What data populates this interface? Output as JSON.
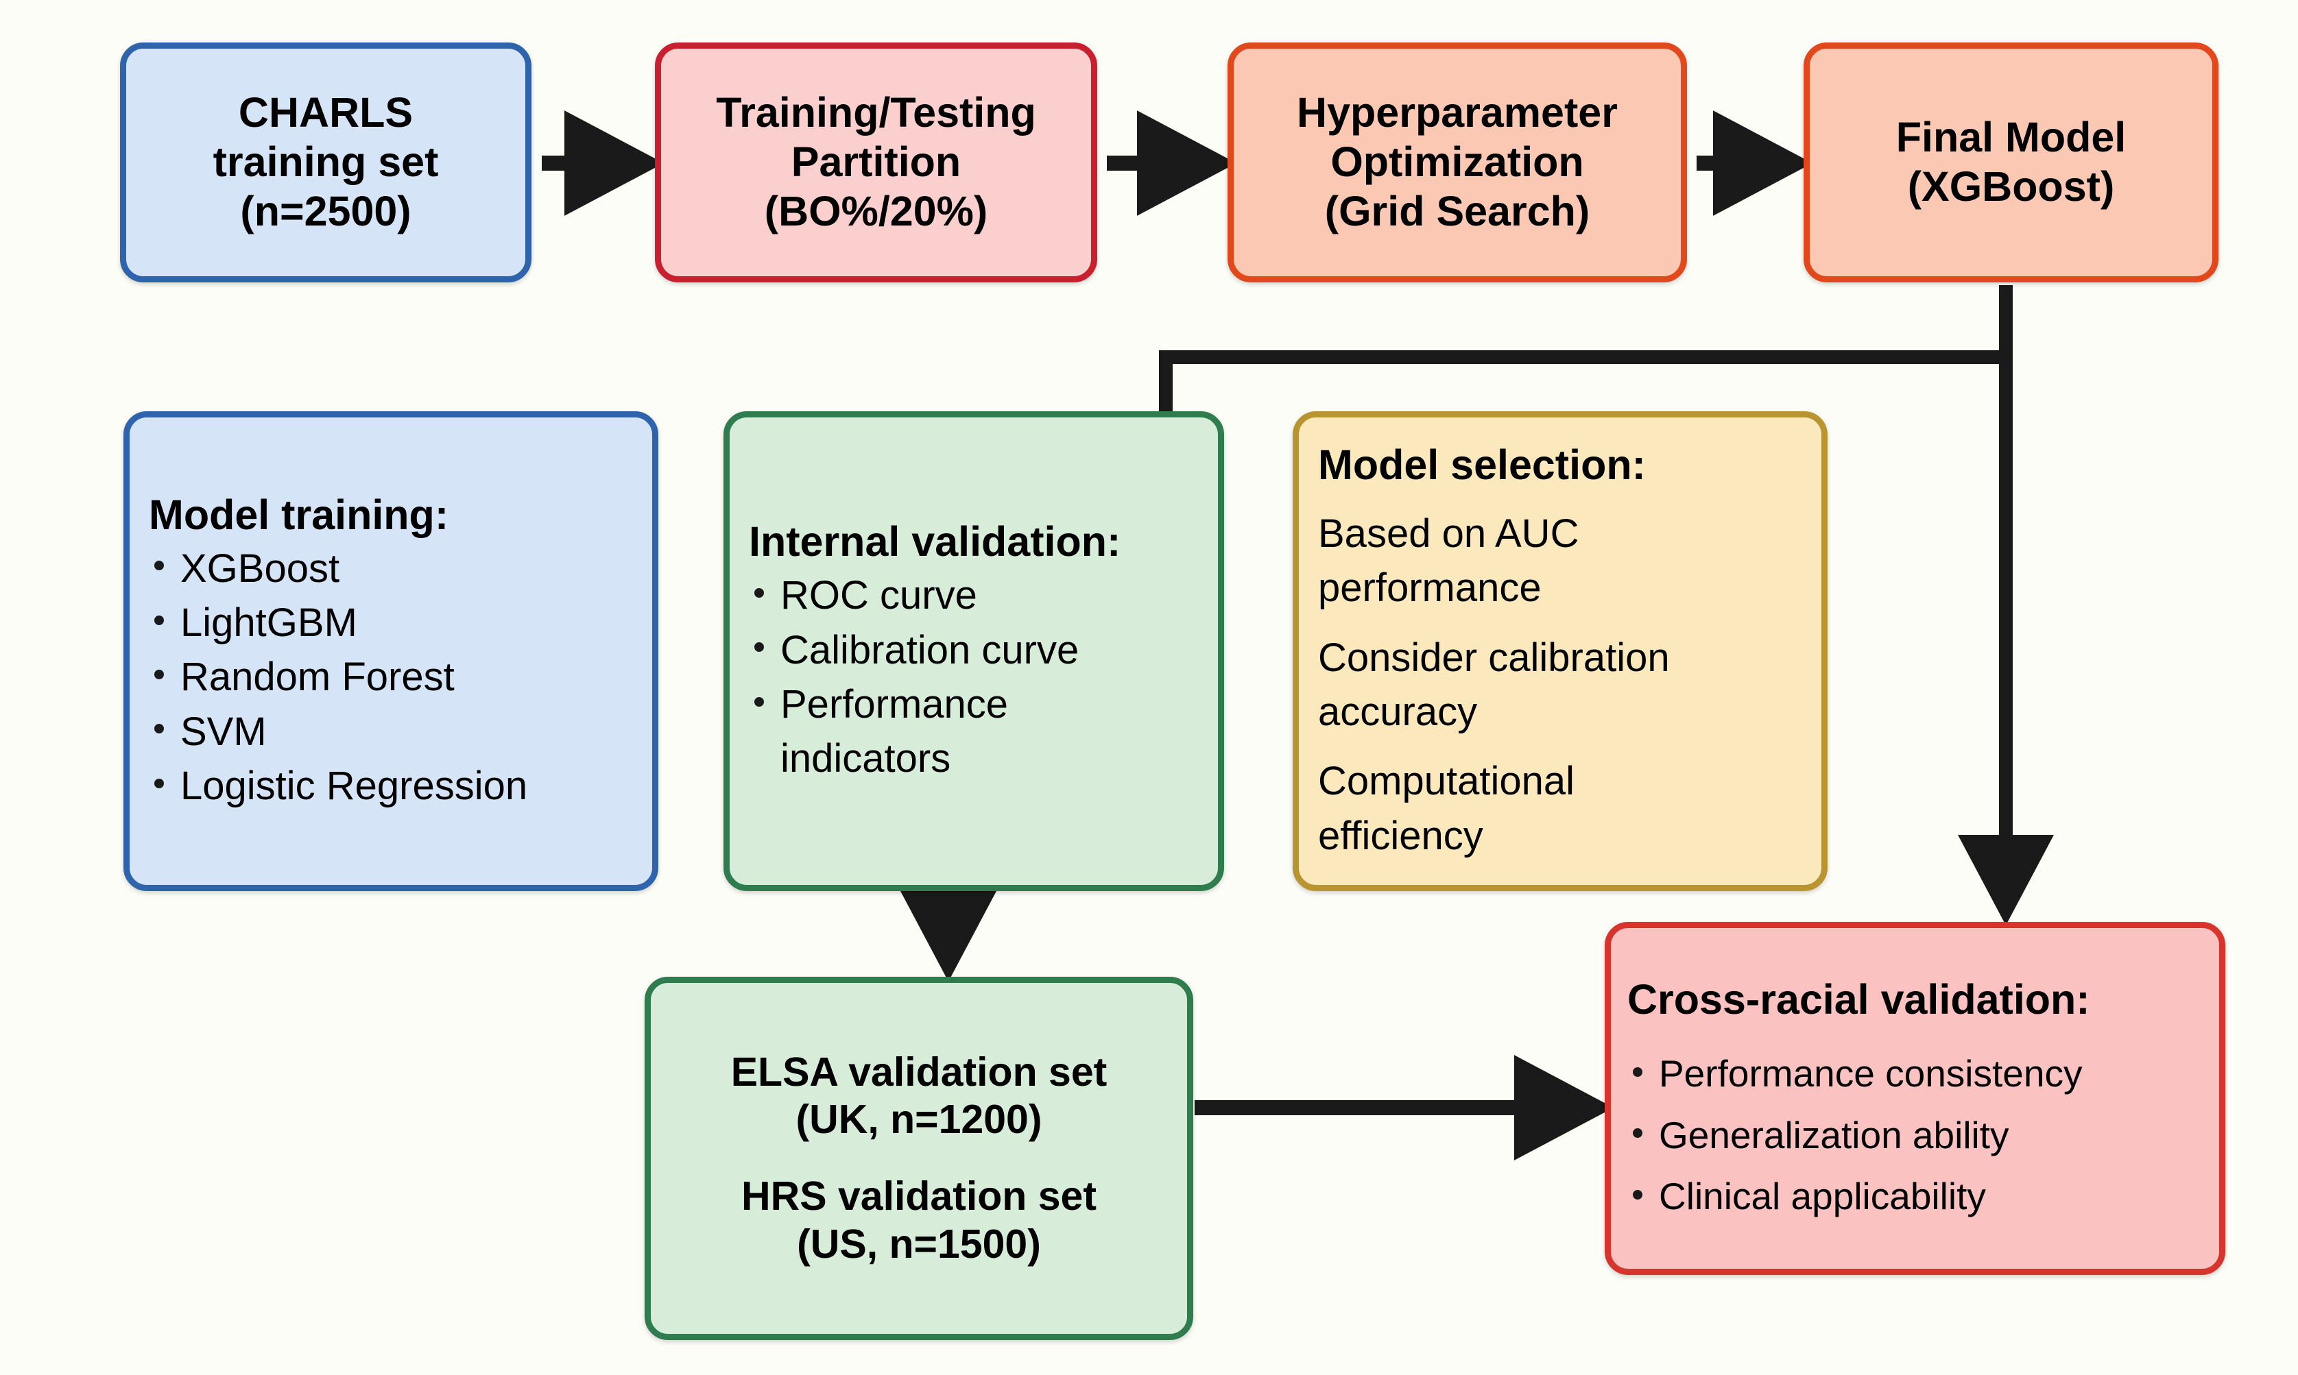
{
  "diagram": {
    "title": "Model development and cross-racial validation workflow",
    "colors": {
      "background": "#fdfdf8",
      "blue_fill": "#d6e4f7",
      "blue_border": "#2f64ad",
      "pink_fill": "#fbcfcd",
      "crimson_border": "#c9202f",
      "salmon_fill": "#fbc8b4",
      "orange_border": "#e1491c",
      "green_fill": "#d7ecd9",
      "green_border": "#2f7d4f",
      "yellow_fill": "#fbe9bd",
      "gold_border": "#b89530",
      "red_fill": "#fbc2c2",
      "red_border": "#d6342c",
      "connector": "#1a1a1a"
    }
  },
  "nodes": {
    "charls": {
      "lines": [
        "CHARLS",
        "training set",
        "(n=2500)"
      ]
    },
    "partition": {
      "lines": [
        "Training/Testing",
        "Partition",
        "(BO%/20%)"
      ]
    },
    "hyper": {
      "lines": [
        "Hyperparameter",
        "Optimization",
        "(Grid Search)"
      ]
    },
    "final": {
      "lines": [
        "Final Model",
        "(XGBoost)"
      ]
    },
    "training": {
      "heading": "Model training:",
      "items": [
        "XGBoost",
        "LightGBM",
        "Random Forest",
        "SVM",
        "Logistic Regression"
      ]
    },
    "internal": {
      "heading": "Internal validation:",
      "items": [
        "ROC curve",
        "Calibration curve",
        "Performance",
        "indicators"
      ]
    },
    "selection": {
      "heading": "Model selection:",
      "items": [
        "Based on AUC",
        "performance",
        "Consider calibration",
        "accuracy",
        "Computational",
        "efficiency"
      ]
    },
    "elsa": {
      "lines": [
        "ELSA validation set",
        "(UK, n=1200)",
        "HRS validation set",
        "(US, n=1500)"
      ]
    },
    "cross": {
      "heading": "Cross-racial validation:",
      "items": [
        "Performance consistency",
        "Generalization ability",
        "Clinical applicability"
      ]
    }
  },
  "connectors": [
    {
      "id": "charls-to-partition",
      "from": "charls",
      "to": "partition",
      "kind": "arrow-right"
    },
    {
      "id": "partition-to-hyper",
      "from": "partition",
      "to": "hyper",
      "kind": "arrow-right"
    },
    {
      "id": "hyper-to-final",
      "from": "hyper",
      "to": "final",
      "kind": "arrow-right"
    },
    {
      "id": "final-to-internal",
      "from": "final",
      "to": "internal",
      "kind": "elbow-down-left"
    },
    {
      "id": "final-to-cross",
      "from": "final",
      "to": "cross",
      "kind": "arrow-down"
    },
    {
      "id": "internal-to-elsa",
      "from": "internal",
      "to": "elsa",
      "kind": "arrow-down"
    },
    {
      "id": "elsa-to-cross",
      "from": "elsa",
      "to": "cross",
      "kind": "arrow-right"
    }
  ]
}
